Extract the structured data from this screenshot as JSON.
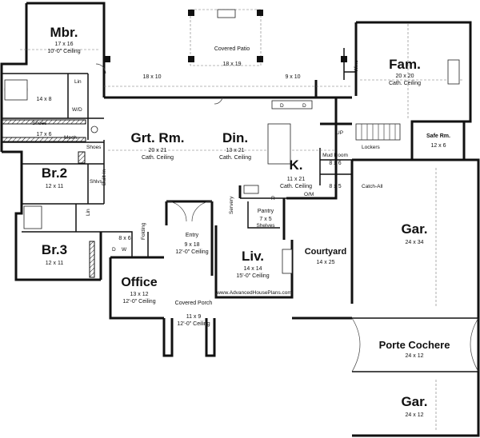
{
  "rooms": {
    "mbr": {
      "name": "Mbr.",
      "size": "17 x 16",
      "note": "10'-0\" Ceiling"
    },
    "mbath": {
      "size": "14 x 8"
    },
    "mcloset": {
      "size": "17 x 6"
    },
    "patio": {
      "name": "Covered Patio",
      "size": "18 x 19"
    },
    "patio_l": {
      "size": "18 x 10"
    },
    "patio_r": {
      "size": "9 x 10"
    },
    "fam": {
      "name": "Fam.",
      "size": "20 x 20",
      "note": "Cath. Ceiling"
    },
    "grt": {
      "name": "Grt. Rm.",
      "size": "20 x 21",
      "note": "Cath. Ceiling"
    },
    "din": {
      "name": "Din.",
      "size": "13 x 21",
      "note": "Cath. Ceiling"
    },
    "kit": {
      "name": "K.",
      "size": "11 x 21",
      "note": "Cath. Ceiling"
    },
    "mudroom": {
      "name": "Mud Room",
      "size": "8 x 6"
    },
    "hall85": {
      "size": "8 x 5"
    },
    "saferm": {
      "name": "Safe Rm.",
      "size": "12 x 6"
    },
    "br2": {
      "name": "Br.2",
      "size": "12 x 11"
    },
    "br3": {
      "name": "Br.3",
      "size": "12 x 11"
    },
    "laundry": {
      "size": "8 x 6"
    },
    "entry": {
      "name": "Entry",
      "size": "9 x 18",
      "note": "12'-0\" Ceiling"
    },
    "office": {
      "name": "Office",
      "size": "13 x 12",
      "note": "12'-0\" Ceiling"
    },
    "porch": {
      "name": "Covered Porch",
      "size": "11 x 9",
      "note": "12'-0\" Ceiling"
    },
    "liv": {
      "name": "Liv.",
      "size": "14 x 14",
      "note": "15'-0\" Ceiling"
    },
    "pantry": {
      "name": "Pantry",
      "size": "7 x 5",
      "note": "Shelves"
    },
    "courtyard": {
      "name": "Courtyard",
      "size": "14 x 25"
    },
    "gar1": {
      "name": "Gar.",
      "size": "24 x 34"
    },
    "porte": {
      "name": "Porte Cochere",
      "size": "24 x 12"
    },
    "gar2": {
      "name": "Gar.",
      "size": "24 x 12"
    }
  },
  "labels": {
    "wd": "W/D",
    "mech": "Mech.",
    "shoes1": "Shoes",
    "shoes2": "Shoes",
    "shlvs": "Shlvs",
    "builtin": "Built-In",
    "lin1": "Lin",
    "lin2": "Lin",
    "lin3": "Lin",
    "wine": "Wine",
    "up": "UP",
    "lockers": "Lockers",
    "catchall": "Catch-All",
    "om": "O/M",
    "r": "R",
    "servery": "Servery",
    "folding": "Folding",
    "d1": "D",
    "d2": "D",
    "w": "W",
    "dw": "D",
    "dw2": "D",
    "watermark": "www.AdvancedHousePlans.com"
  }
}
